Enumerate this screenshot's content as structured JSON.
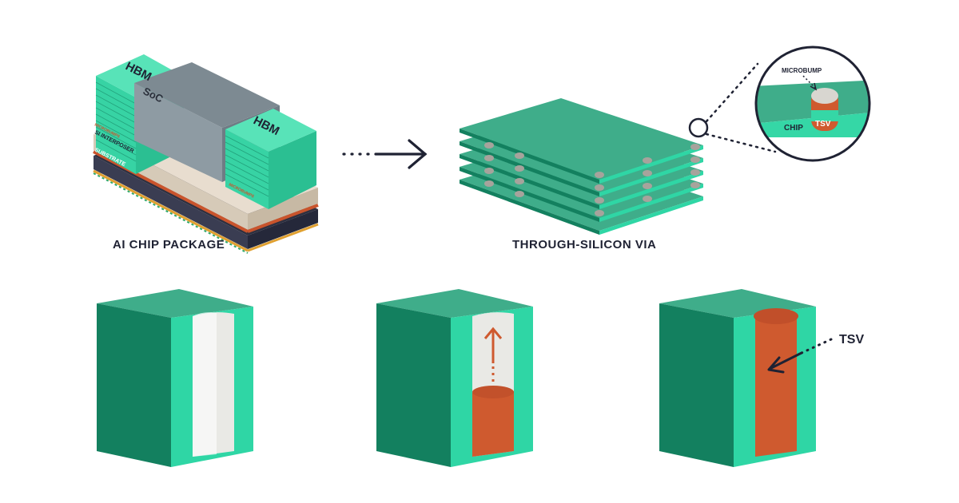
{
  "captions": {
    "ai_chip_package": "AI CHIP PACKAGE",
    "through_silicon_via": "THROUGH-SILICON VIA"
  },
  "package_labels": {
    "hbm_left": "HBM",
    "hbm_right": "HBM",
    "soc": "SoC",
    "interposer": "SI INTERPOSER",
    "substrate": "SUBSTRATE",
    "microbumps_left": "MICROBUMPS",
    "microbumps_right": "MICROBUMPS"
  },
  "tsv_callout": {
    "microbump": "MICROBUMP",
    "chip": "CHIP",
    "tsv": "TSV"
  },
  "process_labels": {
    "tsv": "TSV"
  },
  "colors": {
    "chip_top": "#3fad8a",
    "chip_front": "#13805f",
    "chip_side": "#2fd6a5",
    "copper": "#cf5a2f",
    "soc": "#7d8a92",
    "ink": "#1f2233",
    "hole": "#e9e9e5"
  }
}
